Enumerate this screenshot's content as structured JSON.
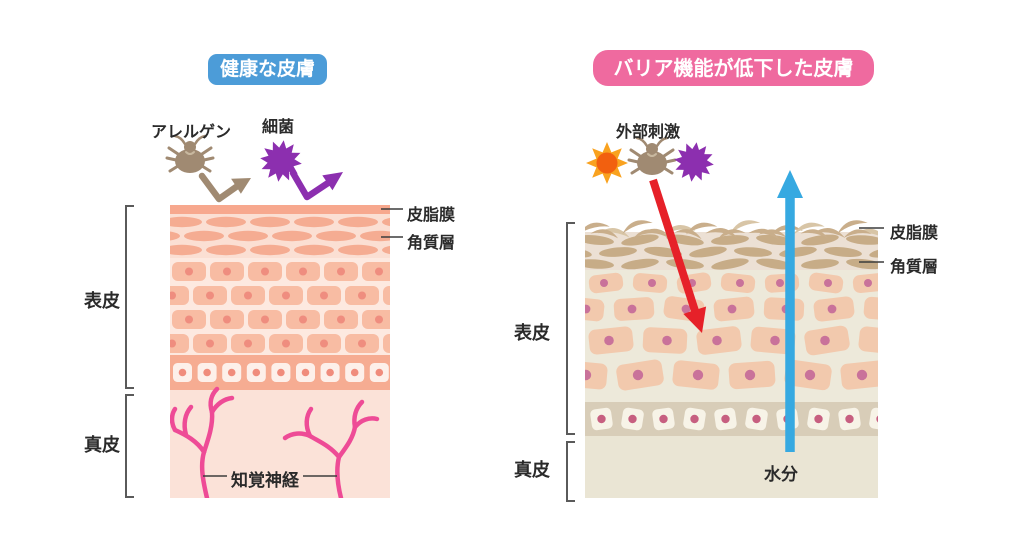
{
  "left": {
    "title": "健康な皮膚",
    "allergen": "アレルゲン",
    "bacteria": "細菌",
    "epidermis": "表皮",
    "dermis": "真皮",
    "sebum_film": "皮脂膜",
    "stratum_corneum": "角質層",
    "sensory_nerve": "知覚神経"
  },
  "right": {
    "title": "バリア機能が低下した皮膚",
    "external_stimuli": "外部刺激",
    "epidermis": "表皮",
    "dermis": "真皮",
    "sebum_film": "皮脂膜",
    "stratum_corneum": "角質層",
    "moisture": "水分"
  },
  "colors": {
    "title_left_bg": "#4C9CD8",
    "title_right_bg": "#EF6A9F",
    "mite": "#A08A72",
    "mite_mark": "#C8B89F",
    "bacteria": "#8C2FAF",
    "sun_outer": "#F9A21F",
    "sun_inner": "#F2600F",
    "red_arrow": "#E62129",
    "blue_arrow": "#36A9E1",
    "nerve": "#EE4B96",
    "connector_line": "#3C3C3C",
    "left_skin": {
      "sebum": "#F7A88E",
      "corneum_bg": "#FBDFD3",
      "corneum_oval": "#F5AC92",
      "cell_bg": "#FDE9E0",
      "cell": "#F8BCA3",
      "nucleus": "#EF8D7F",
      "basal_bg": "#F6AC92",
      "basal_cell": "#FDF0EA",
      "basal_dot": "#F08C7C",
      "dermis": "#FBE2D8"
    },
    "right_skin": {
      "flake": "#C9AE8B",
      "flake_light": "#D8C5A6",
      "corneum_bg": "#ECE0D4",
      "corneum_oval": "#C7AC87",
      "cell_bg": "#EDE9DA",
      "cell": "#F2C9AD",
      "nucleus": "#C9729A",
      "basal_bg": "#D8CDB8",
      "basal_cell": "#F7F3E7",
      "basal_dot": "#C75F80",
      "dermis": "#EAE5D4"
    }
  }
}
